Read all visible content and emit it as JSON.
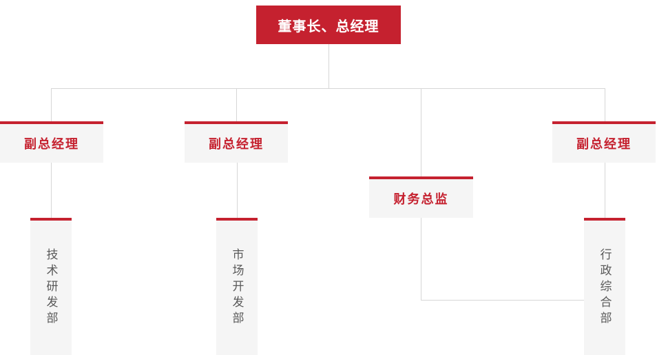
{
  "colors": {
    "accent_red": "#c5212f",
    "panel_bg": "#f5f5f5",
    "connector_line": "#d6d6d6",
    "department_text": "#595959",
    "root_text": "#ffffff",
    "page_bg": "#ffffff"
  },
  "org_chart": {
    "root": {
      "id": "chairman-gm",
      "label": "董事长、总经理"
    },
    "level2": [
      {
        "id": "deputy-gm-1",
        "label": "副总经理"
      },
      {
        "id": "deputy-gm-2",
        "label": "副总经理"
      },
      {
        "id": "finance-director",
        "label": "财务总监"
      },
      {
        "id": "deputy-gm-3",
        "label": "副总经理"
      }
    ],
    "departments": [
      {
        "id": "tech-rd-dept",
        "label": "技术研发部"
      },
      {
        "id": "market-dev-dept",
        "label": "市场开发部"
      },
      {
        "id": "admin-general-dept",
        "label": "行政综合部"
      }
    ],
    "edges": [
      {
        "from": "chairman-gm",
        "to": "deputy-gm-1"
      },
      {
        "from": "chairman-gm",
        "to": "deputy-gm-2"
      },
      {
        "from": "chairman-gm",
        "to": "finance-director"
      },
      {
        "from": "chairman-gm",
        "to": "deputy-gm-3"
      },
      {
        "from": "deputy-gm-1",
        "to": "tech-rd-dept"
      },
      {
        "from": "deputy-gm-2",
        "to": "market-dev-dept"
      },
      {
        "from": "deputy-gm-3",
        "to": "admin-general-dept"
      },
      {
        "from": "finance-director",
        "to": "admin-general-dept"
      }
    ]
  }
}
